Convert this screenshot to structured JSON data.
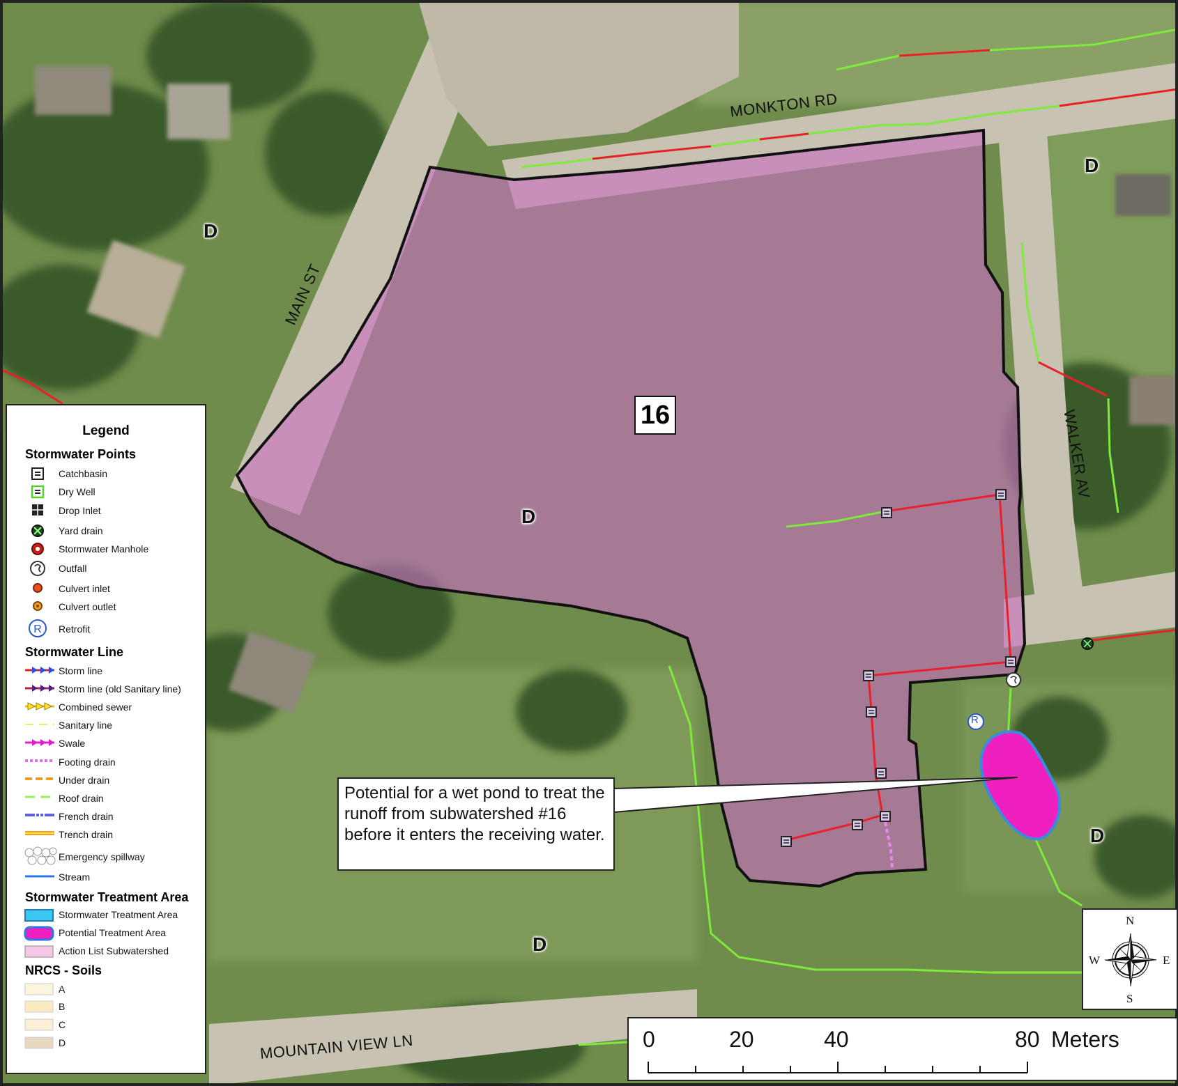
{
  "roads": {
    "monkton": "MONKTON RD",
    "main": "MAIN ST",
    "walker": "WALKER AV",
    "mountain": "MOUNTAIN VIEW LN"
  },
  "soil_labels": [
    "D",
    "D",
    "D",
    "D",
    "D"
  ],
  "subwatershed_id": "16",
  "callout_text": "Potential for a wet pond to treat the runoff from subwatershed #16 before it enters the receiving water.",
  "legend": {
    "title": "Legend",
    "sections": {
      "points": "Stormwater Points",
      "lines": "Stormwater Line",
      "treatment": "Stormwater Treatment Area",
      "soils": "NRCS - Soils"
    },
    "points": [
      "Catchbasin",
      "Dry Well",
      "Drop Inlet",
      "Yard drain",
      "Stormwater Manhole",
      "Outfall",
      "Culvert inlet",
      "Culvert outlet",
      "Retrofit"
    ],
    "lines": [
      "Storm line",
      "Storm line (old Sanitary line)",
      "Combined sewer",
      "Sanitary line",
      "Swale",
      "Footing drain",
      "Under drain",
      "Roof drain",
      "French drain",
      "Trench drain",
      "Emergency spillway",
      "Stream"
    ],
    "treatment": [
      "Stormwater Treatment Area",
      "Potential Treatment Area",
      "Action List Subwatershed"
    ],
    "soils": [
      "A",
      "B",
      "C",
      "D"
    ]
  },
  "colors": {
    "storm_line": "#e8202a",
    "swale": "#e020c8",
    "roof_drain": "#7dea3c",
    "subwatershed_fill": "#c870c0",
    "potential_treatment": "#f020c0",
    "treatment_outline": "#3a8ae0",
    "stormwater_treatment": "#38c8f0",
    "action_list": "#f5c8e8",
    "soil_a": "#fcf6dc",
    "soil_b": "#fbe9c0",
    "soil_c": "#fdeed8",
    "soil_d": "#e8d8c0",
    "aerial_grass": "#6f8c4c",
    "aerial_tree": "#3b5a2a",
    "road": "#c8c2b2"
  },
  "retrofit_marker": "R",
  "compass": {
    "n": "N",
    "s": "S",
    "e": "E",
    "w": "W"
  },
  "scale": {
    "ticks": [
      "0",
      "20",
      "40",
      "80"
    ],
    "unit": "Meters"
  },
  "icons": [
    "catchbasin-icon",
    "dry-well-icon",
    "drop-inlet-icon",
    "yard-drain-icon",
    "manhole-icon",
    "outfall-icon",
    "culvert-inlet-icon",
    "culvert-outlet-icon",
    "retrofit-icon",
    "compass-rose-icon"
  ]
}
